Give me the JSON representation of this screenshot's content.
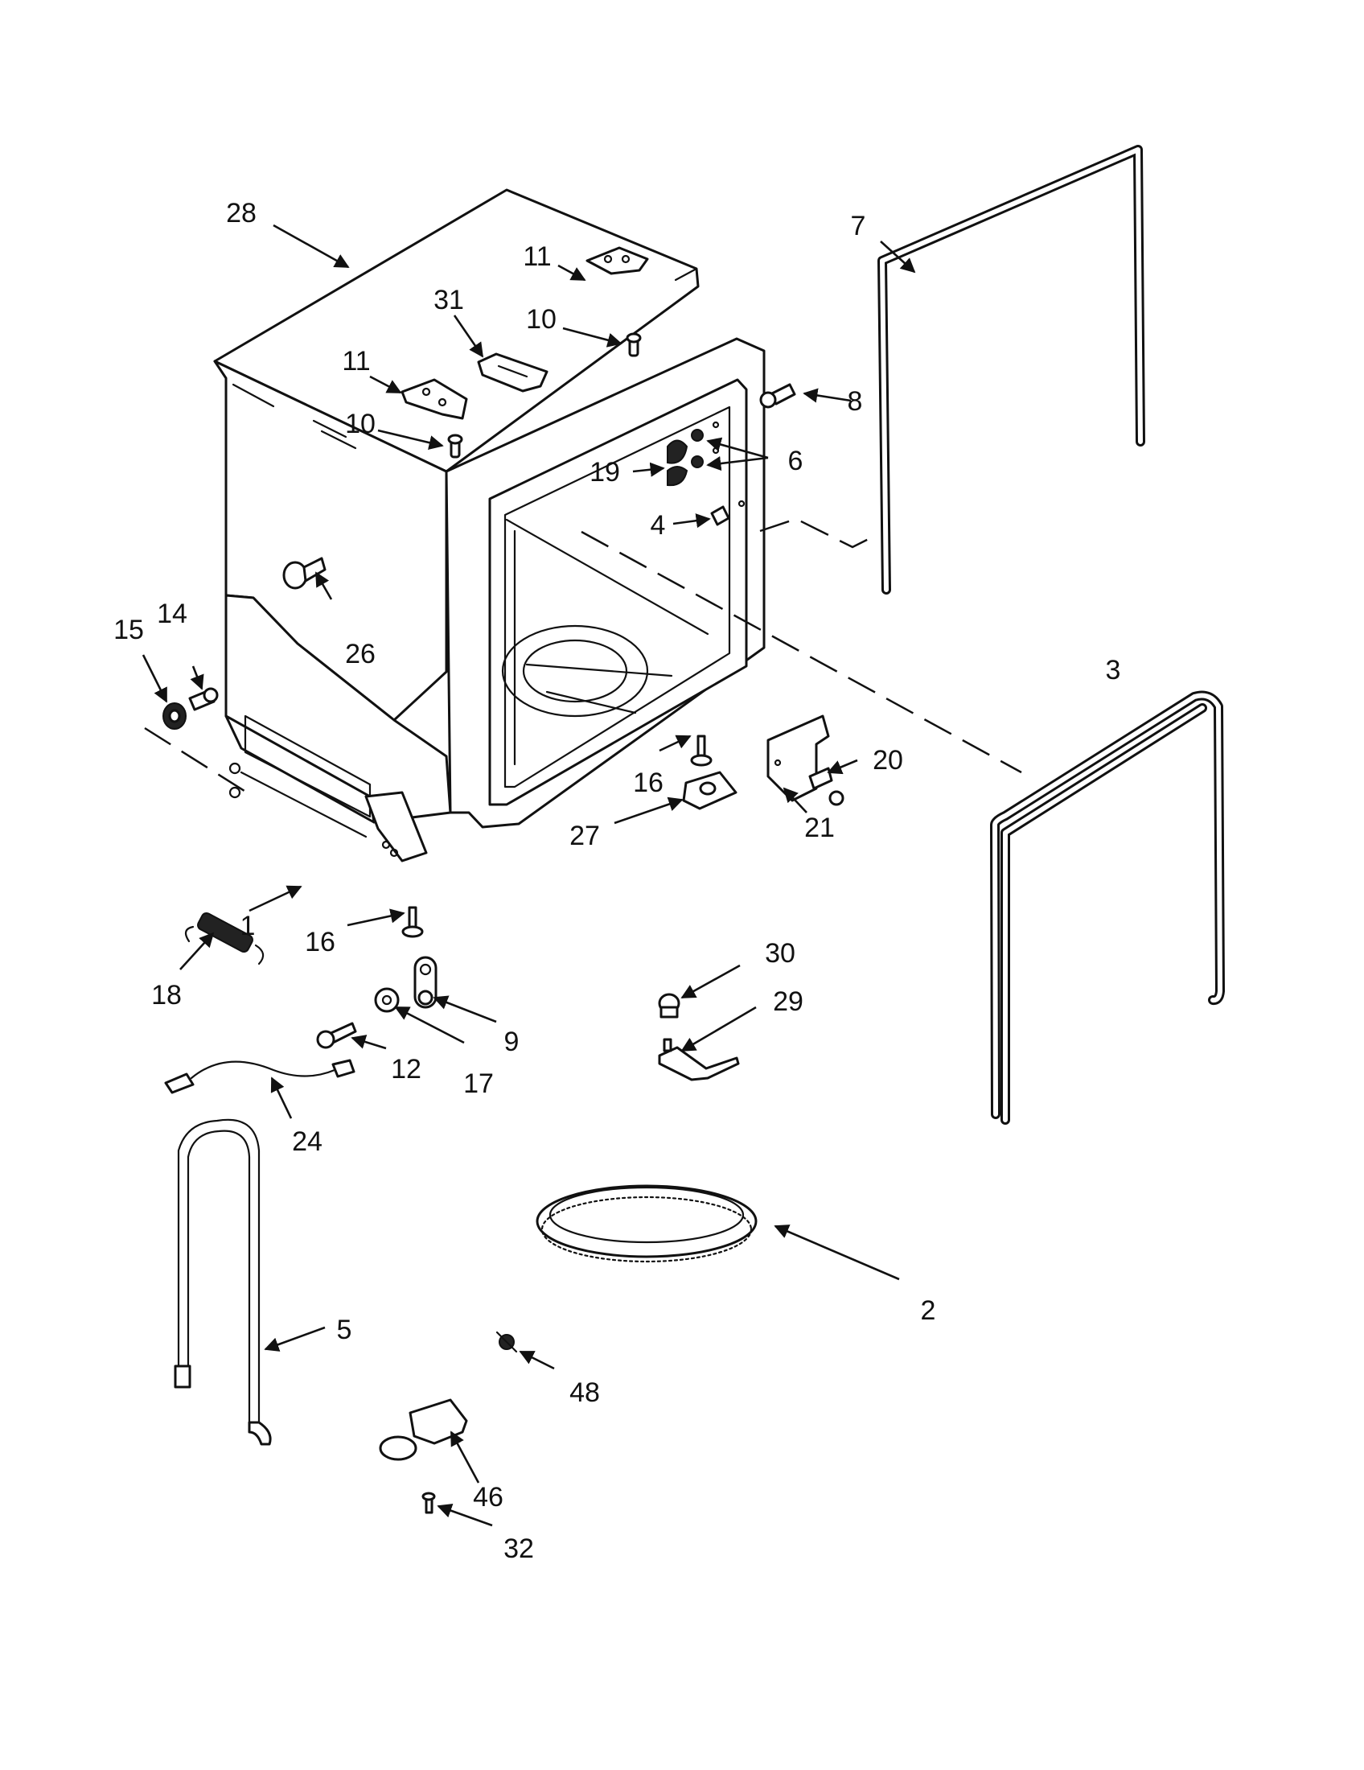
{
  "callouts": [
    {
      "id": "c1",
      "label": "1"
    },
    {
      "id": "c2",
      "label": "2"
    },
    {
      "id": "c3",
      "label": "3"
    },
    {
      "id": "c4",
      "label": "4"
    },
    {
      "id": "c5",
      "label": "5"
    },
    {
      "id": "c6",
      "label": "6"
    },
    {
      "id": "c7",
      "label": "7"
    },
    {
      "id": "c8",
      "label": "8"
    },
    {
      "id": "c9",
      "label": "9"
    },
    {
      "id": "c10a",
      "label": "10"
    },
    {
      "id": "c10b",
      "label": "10"
    },
    {
      "id": "c11a",
      "label": "11"
    },
    {
      "id": "c11b",
      "label": "11"
    },
    {
      "id": "c12",
      "label": "12"
    },
    {
      "id": "c14",
      "label": "14"
    },
    {
      "id": "c15",
      "label": "15"
    },
    {
      "id": "c16a",
      "label": "16"
    },
    {
      "id": "c16b",
      "label": "16"
    },
    {
      "id": "c17",
      "label": "17"
    },
    {
      "id": "c18",
      "label": "18"
    },
    {
      "id": "c19",
      "label": "19"
    },
    {
      "id": "c20",
      "label": "20"
    },
    {
      "id": "c21",
      "label": "21"
    },
    {
      "id": "c24",
      "label": "24"
    },
    {
      "id": "c26",
      "label": "26"
    },
    {
      "id": "c27",
      "label": "27"
    },
    {
      "id": "c28",
      "label": "28"
    },
    {
      "id": "c29",
      "label": "29"
    },
    {
      "id": "c30",
      "label": "30"
    },
    {
      "id": "c31",
      "label": "31"
    },
    {
      "id": "c32",
      "label": "32"
    },
    {
      "id": "c46",
      "label": "46"
    },
    {
      "id": "c48",
      "label": "48"
    }
  ]
}
